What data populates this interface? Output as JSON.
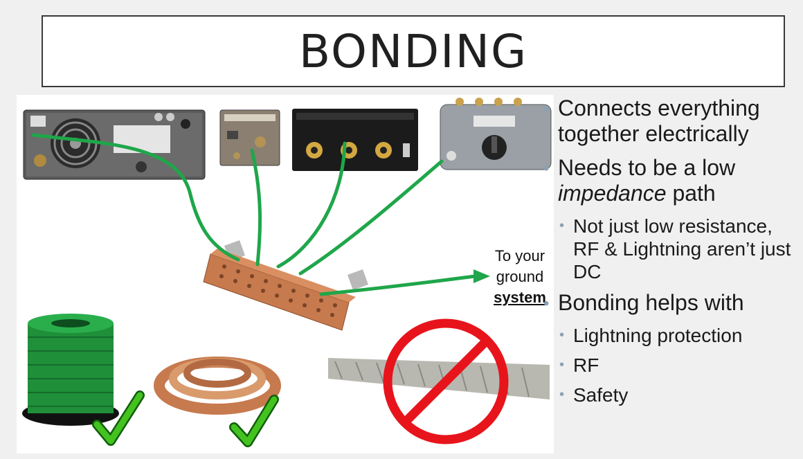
{
  "slide": {
    "title": "BONDING"
  },
  "image_label": {
    "line1": "To your",
    "line2": "ground",
    "line3": "system"
  },
  "bullets": {
    "b1": "Connects everything together electrically",
    "b2_pre": "Needs to be a low ",
    "b2_ital": "impedance",
    "b2_post": " path",
    "b2_sub1": "Not just low resistance, RF & Lightning aren’t just DC",
    "b3": "Bonding helps with",
    "b3_sub1": "Lightning protection",
    "b3_sub2": "RF",
    "b3_sub3": "Safety"
  },
  "colors": {
    "wire_green": "#1fa64a",
    "copper": "#c77a4e",
    "prohibit_red": "#e8141c",
    "check_green": "#44c21f",
    "bullet_dot": "#8aa0b4"
  },
  "icons": [
    "radio-rear-panel",
    "tuner-box",
    "switch-box",
    "coax-switch",
    "ground-bus-bar",
    "green-wire-spool",
    "copper-strap-roll",
    "braid-strap",
    "prohibited-icon",
    "checkmark-icon"
  ]
}
